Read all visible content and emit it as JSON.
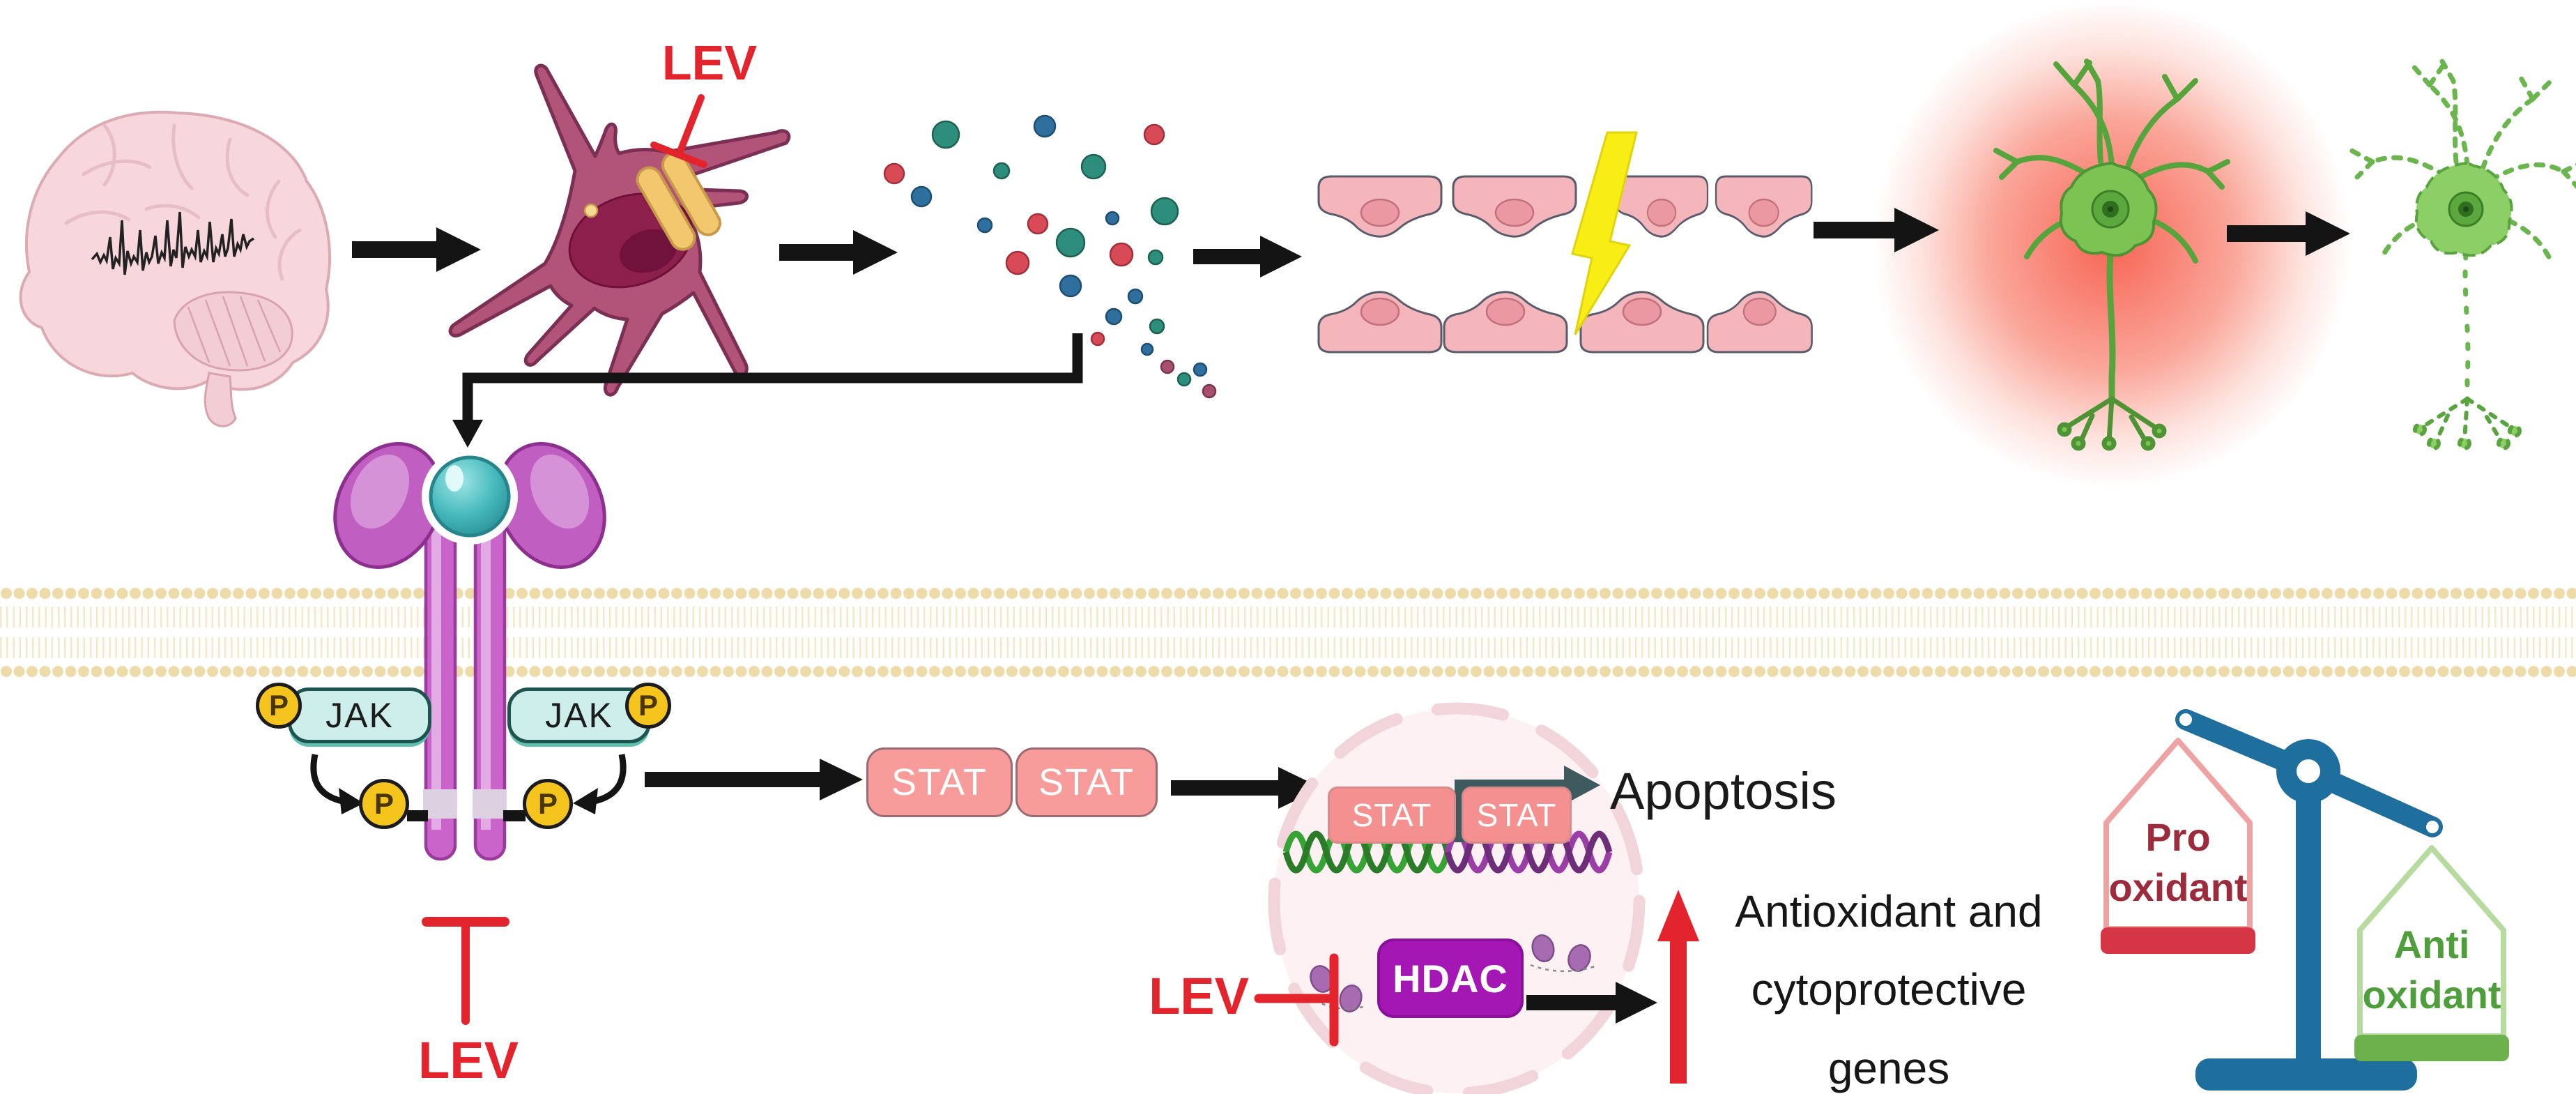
{
  "diagram": {
    "type": "signaling-pathway",
    "labels": {
      "lev": "LEV",
      "jak": "JAK",
      "phosphate": "P",
      "stat": "STAT",
      "hdac": "HDAC",
      "apoptosis": "Apoptosis",
      "antioxidant_lines": [
        "Antioxidant and",
        "cytoprotective",
        "genes"
      ],
      "pro_oxidant_lines": [
        "Pro",
        "oxidant"
      ],
      "anti_oxidant_lines": [
        "Anti",
        "oxidant"
      ]
    },
    "colors": {
      "inhibitor_red": "#e3242c",
      "arrow_black": "#141414",
      "microglia_pink": "#b25478",
      "receptor_purple": "#ca64cb",
      "ligand_teal": "#53c3c6",
      "jak_fill": "#cdeeea",
      "phosphate_yellow": "#f6c51d",
      "stat_salmon": "#f79b9b",
      "hdac_purple": "#a517b5",
      "dna_green": "#35a434",
      "dna_purple": "#9a3da7",
      "membrane_tan": "#eedbaa",
      "vessel_pink": "#f4b6bb",
      "lightning_yellow": "#f8ee16",
      "neuron_green": "#7cc353",
      "oxidative_glow_red": "#f65846",
      "balance_blue": "#1e6e9e",
      "pro_oxidant_red": "#9c2b3c",
      "anti_oxidant_green": "#4f9e3c"
    }
  }
}
